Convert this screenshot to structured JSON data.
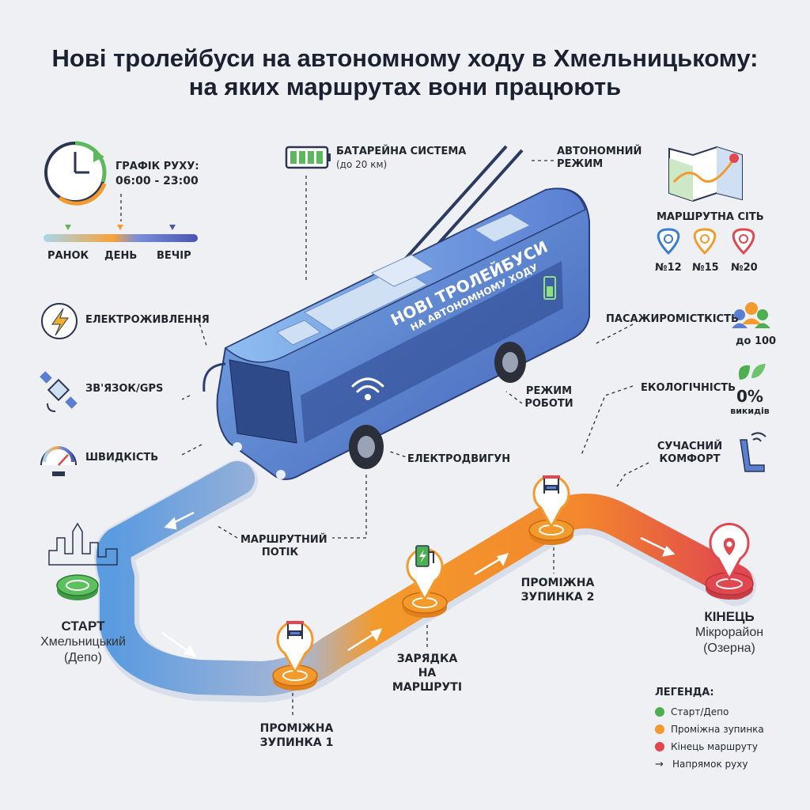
{
  "title": {
    "line1": "Нові тролейбуси на автономному ходу в Хмельницькому:",
    "line2": "на яких маршрутах вони працюють"
  },
  "schedule": {
    "label": "ГРАФІК РУХУ:",
    "hours": "06:00 - 23:00",
    "periods": [
      "РАНОК",
      "ДЕНЬ",
      "ВЕЧІР"
    ]
  },
  "battery": {
    "label": "БАТАРЕЙНА СИСТЕМА",
    "range": "(до 20 км)"
  },
  "autonomous": {
    "line1": "АВТОНОМНИЙ",
    "line2": "РЕЖИМ"
  },
  "route_network": {
    "label": "МАРШРУТНА СІТЬ",
    "routes": [
      "№12",
      "№15",
      "№20"
    ]
  },
  "features_left": [
    {
      "label": "ЕЛЕКТРОЖИВЛЕННЯ",
      "icon": "lightning-icon"
    },
    {
      "label": "ЗВ'ЯЗОК/GPS",
      "icon": "satellite-icon"
    },
    {
      "label": "ШВИДКІСТЬ",
      "icon": "speedometer-icon"
    }
  ],
  "capacity": {
    "label": "ПАСАЖИРОМІСТКІСТЬ",
    "value": "до 100"
  },
  "eco": {
    "label": "ЕКОЛОГІЧНІСТЬ",
    "value": "0%",
    "unit": "викидів"
  },
  "comfort": {
    "line1": "СУЧАСНИЙ",
    "line2": "КОМФОРТ"
  },
  "mode": {
    "line1": "РЕЖИМ",
    "line2": "РОБОТИ"
  },
  "motor": {
    "label": "ЕЛЕКТРОДВИГУН"
  },
  "flow": {
    "line1": "МАРШРУТНИЙ",
    "line2": "ПОТІК"
  },
  "bus_text": {
    "line1": "НОВІ ТРОЛЕЙБУСИ",
    "line2": "НА АВТОНОМНОМУ ХОДУ"
  },
  "stops": {
    "start": {
      "title": "СТАРТ",
      "line1": "Хмельницький",
      "line2": "(Депо)"
    },
    "stop1": {
      "line1": "ПРОМІЖНА",
      "line2": "ЗУПИНКА 1"
    },
    "charge": {
      "line1": "ЗАРЯДКА",
      "line2": "НА",
      "line3": "МАРШРУТІ"
    },
    "stop2": {
      "line1": "ПРОМІЖНА",
      "line2": "ЗУПИНКА 2"
    },
    "end": {
      "title": "КІНЕЦЬ",
      "line1": "Мікрорайон",
      "line2": "(Озерна)"
    }
  },
  "legend": {
    "title": "ЛЕГЕНДА:",
    "items": [
      {
        "label": "Старт/Депо",
        "color": "#4caf50"
      },
      {
        "label": "Проміжна зупинка",
        "color": "#f39a2c"
      },
      {
        "label": "Кінець маршруту",
        "color": "#e0474f"
      }
    ],
    "arrow_label": "Напрямок руху"
  },
  "colors": {
    "route_blue": "#5b9be0",
    "route_orange": "#f39a2c",
    "route_red": "#e0474f",
    "bus_blue": "#4f7fd0",
    "start_green": "#4caf50"
  }
}
